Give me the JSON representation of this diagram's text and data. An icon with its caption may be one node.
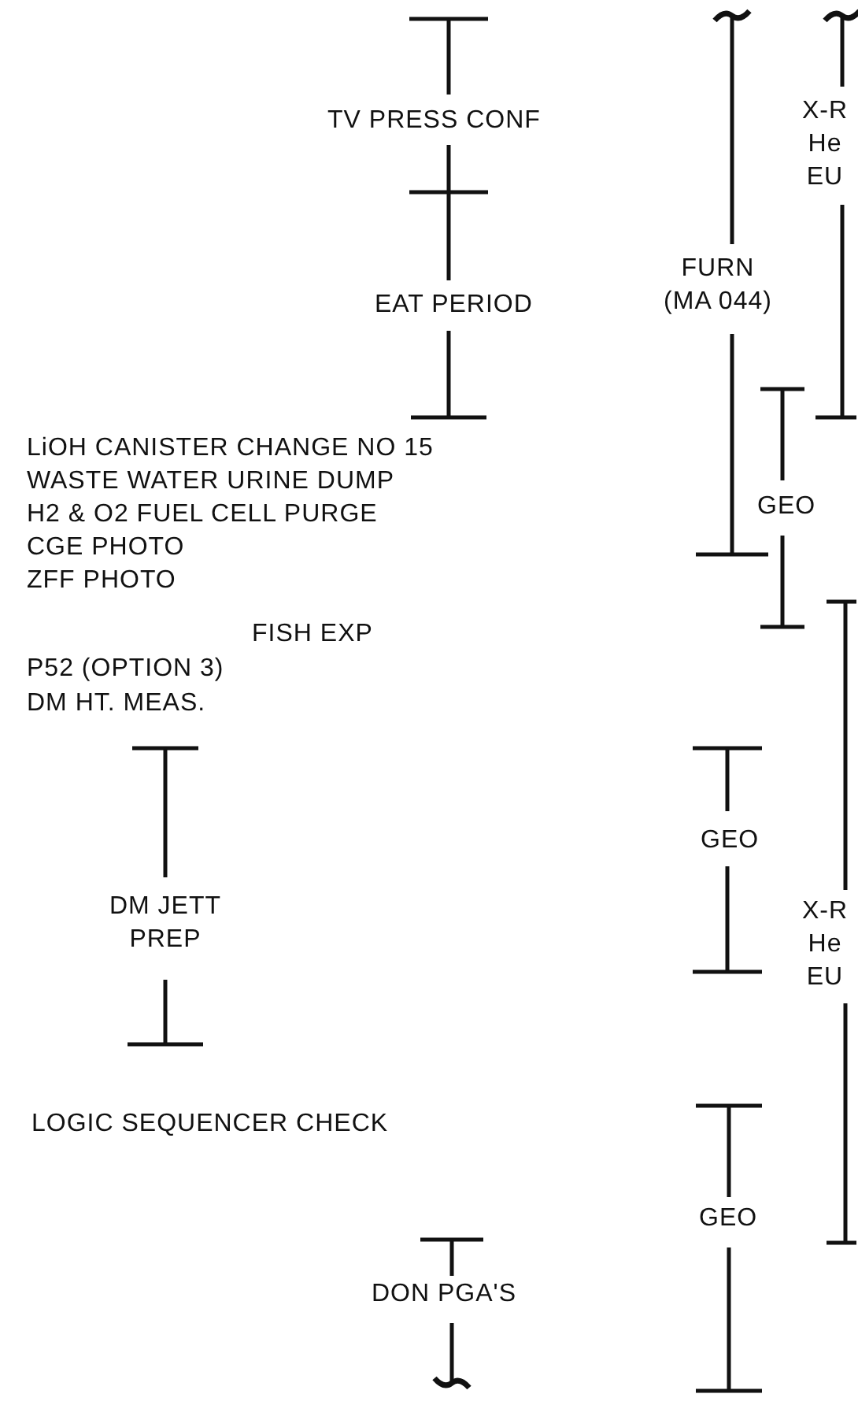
{
  "diagram": {
    "labels": [
      "TV PRESS CONF",
      "X-R He EU",
      "EAT PERIOD",
      "FURN (MA 044)",
      "LiOH CANISTER CHANGE NO 15",
      "WASTE WATER URINE DUMP",
      "H2 & O2 FUEL CELL PURGE",
      "GEO",
      "CGE PHOTO",
      "ZFF PHOTO",
      "FISH EXP",
      "P52 (OPTION 3)",
      "DM HT. MEAS.",
      "GEO",
      "DM JETT PREP",
      "X-R He EU",
      "LOGIC SEQUENCER CHECK",
      "GEO",
      "DON PGA'S"
    ]
  }
}
